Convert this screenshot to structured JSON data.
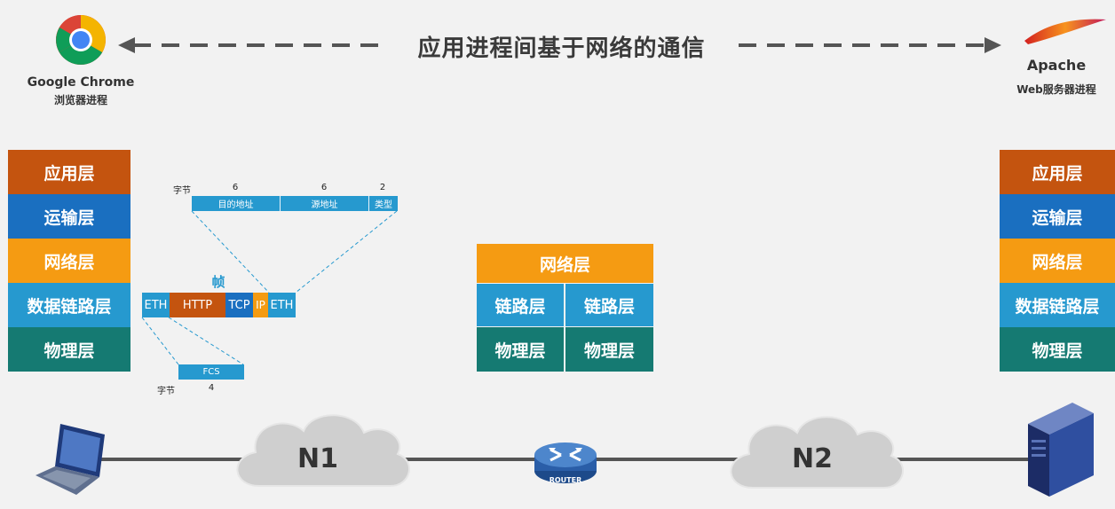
{
  "title": "应用进程间基于网络的通信",
  "client": {
    "name": "Google Chrome",
    "desc": "浏览器进程"
  },
  "server": {
    "name": "Apache",
    "desc": "Web服务器进程"
  },
  "left_stack": [
    "应用层",
    "运输层",
    "网络层",
    "数据链路层",
    "物理层"
  ],
  "right_stack": [
    "应用层",
    "运输层",
    "网络层",
    "数据链路层",
    "物理层"
  ],
  "router_stack": {
    "net": "网络层",
    "link": [
      "链路层",
      "链路层"
    ],
    "phy": [
      "物理层",
      "物理层"
    ]
  },
  "frame": {
    "label": "帧",
    "segments": [
      "ETH",
      "HTTP",
      "TCP",
      "IP",
      "ETH"
    ],
    "header": {
      "unit": "字节",
      "sizes": [
        "6",
        "6",
        "2"
      ],
      "fields": [
        "目的地址",
        "源地址",
        "类型"
      ]
    },
    "trailer": {
      "unit": "字节",
      "size": "4",
      "field": "FCS"
    }
  },
  "networks": [
    "N1",
    "N2"
  ],
  "router_label": "ROUTER",
  "colors": {
    "application": "#c4540f",
    "transport": "#1a6fc0",
    "network": "#f59b12",
    "link": "#2699cf",
    "physical": "#157a72"
  }
}
